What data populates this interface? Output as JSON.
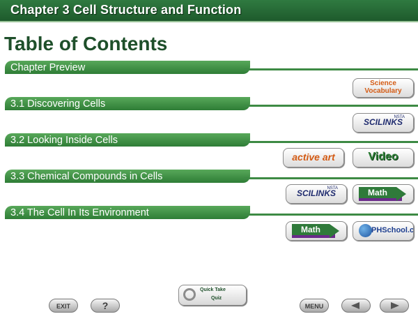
{
  "header": {
    "title": "Chapter 3  Cell Structure and Function"
  },
  "page_title": "Table of Contents",
  "sections": [
    {
      "label": "Chapter Preview"
    },
    {
      "label": "3.1 Discovering Cells"
    },
    {
      "label": "3.2 Looking Inside Cells"
    },
    {
      "label": "3.3 Chemical Compounds in Cells"
    },
    {
      "label": "3.4 The Cell In Its Environment"
    }
  ],
  "resources": {
    "science_vocabulary": {
      "line1": "Science",
      "line2": "Vocabulary"
    },
    "scilinks": {
      "label": "SCILINKS",
      "badge": "NSTA"
    },
    "active_art": {
      "label": "active art"
    },
    "video": {
      "label": "Video"
    },
    "math": {
      "label": "Math"
    },
    "phschool": {
      "label": "PHSchool.com"
    }
  },
  "quick_take": {
    "line1": "Quick Take",
    "line2": "Quiz"
  },
  "nav": {
    "exit": "EXIT",
    "help": "?",
    "menu": "MENU"
  },
  "colors": {
    "header_green": "#1e5a2c",
    "bar_green": "#2e7d36",
    "accent_orange": "#d35a13",
    "math_purple": "#6a2a8a"
  }
}
